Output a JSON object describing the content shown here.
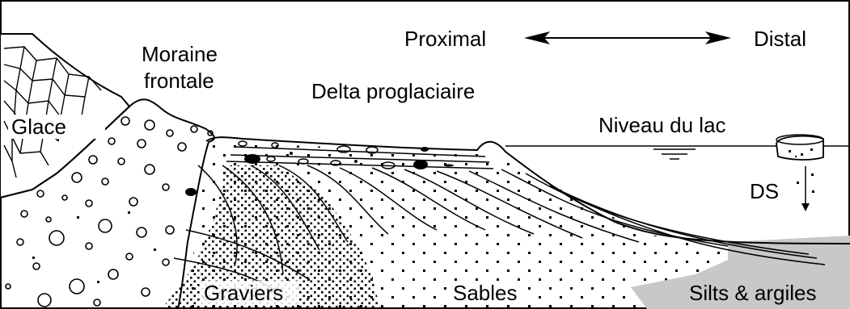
{
  "labels": {
    "proximal": "Proximal",
    "distal": "Distal",
    "moraine_line1": "Moraine",
    "moraine_line2": "frontale",
    "delta": "Delta proglaciaire",
    "glace": "Glace",
    "niveau": "Niveau du lac",
    "ds": "DS",
    "graviers": "Graviers",
    "sables": "Sables",
    "silts": "Silts & argiles"
  },
  "colors": {
    "line": "#000000",
    "silt_fill": "#c8c8c8",
    "background": "#ffffff"
  }
}
